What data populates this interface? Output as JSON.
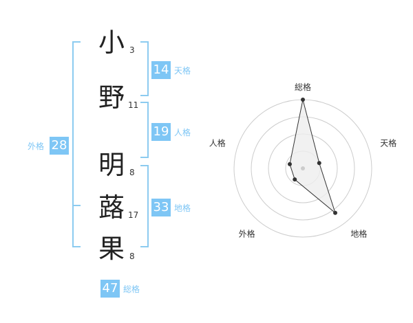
{
  "characters": [
    {
      "char": "小",
      "strokes": "3"
    },
    {
      "char": "野",
      "strokes": "11"
    },
    {
      "char": "明",
      "strokes": "8"
    },
    {
      "char": "蕗",
      "strokes": "17"
    },
    {
      "char": "果",
      "strokes": "8"
    }
  ],
  "scores": {
    "tenkaku": {
      "value": "14",
      "label": "天格"
    },
    "jinkaku": {
      "value": "19",
      "label": "人格"
    },
    "chikaku": {
      "value": "33",
      "label": "地格"
    },
    "gaikaku": {
      "value": "28",
      "label": "外格"
    },
    "soukaku": {
      "value": "47",
      "label": "総格"
    }
  },
  "chart_data": {
    "type": "radar",
    "axes": [
      "総格",
      "天格",
      "地格",
      "外格",
      "人格"
    ],
    "values": [
      4.0,
      1.0,
      3.2,
      0.8,
      0.8
    ],
    "max": 4,
    "rings": 4,
    "colors": {
      "line": "#333333",
      "fill": "#eeeeee",
      "grid": "#cccccc",
      "center": "#cccccc"
    }
  },
  "colors": {
    "accent": "#7ec6f5",
    "bracket": "#8ccbf0"
  }
}
